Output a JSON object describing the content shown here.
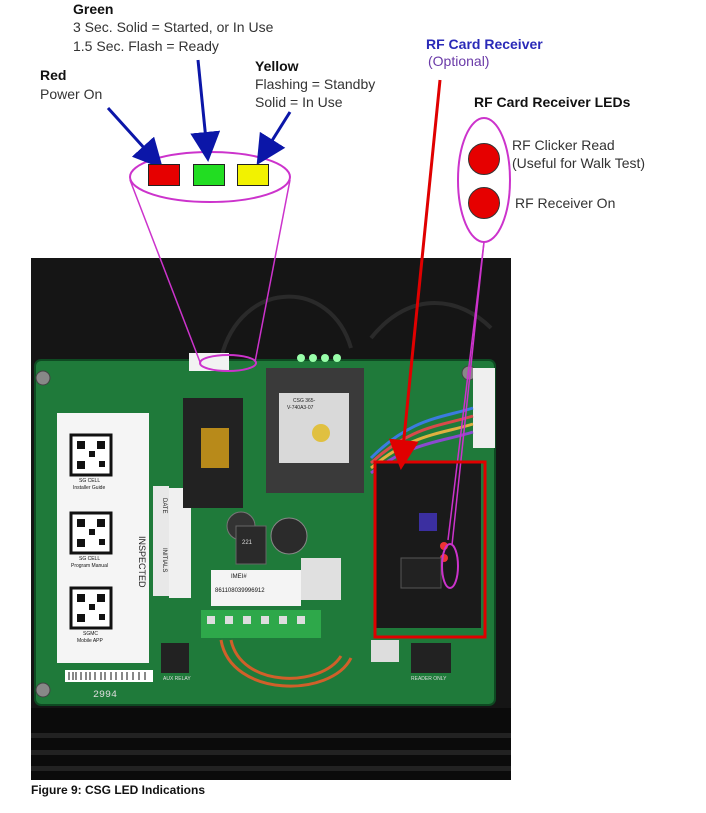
{
  "annotations": {
    "green": {
      "title": "Green",
      "line1": "3 Sec. Solid = Started, or In Use",
      "line2": "1.5 Sec. Flash = Ready"
    },
    "red": {
      "title": "Red",
      "line1": "Power On"
    },
    "yellow": {
      "title": "Yellow",
      "line1": "Flashing = Standby",
      "line2": "Solid = In Use"
    },
    "rf_card": {
      "title": "RF Card Receiver",
      "subtitle": "(Optional)"
    },
    "rf_leds": {
      "title": "RF Card Receiver LEDs",
      "led1_line1": "RF Clicker Read",
      "led1_line2": "(Useful for Walk Test)",
      "led2_line1": "RF Receiver On"
    }
  },
  "board_text": {
    "sticker_1": "SG CELL",
    "sticker_1b": "Installer Guide",
    "sticker_2": "SG CELL",
    "sticker_2b": "Program Manual",
    "sticker_3": "SGMC",
    "sticker_3b": "Mobile APP",
    "inspected": "INSPECTED",
    "date": "DATE",
    "initials": "INITIALS",
    "imei_label": "IMEI#",
    "imei_value": "861108039996912",
    "module_label": "CSG 365-",
    "module_code": "V-740A3-07",
    "board_number": "2994",
    "aux_relay": "AUX RELAY",
    "reader_only": "READER ONLY",
    "cap_221": "221"
  },
  "caption": "Figure 9: CSG LED Indications",
  "colors": {
    "led_red": "#e60000",
    "led_green": "#22dd22",
    "led_yellow": "#f2f200",
    "arrow_blue": "#0b16a8",
    "arrow_red": "#e00000",
    "highlight_magenta": "#cc33cc",
    "rf_title_blue": "#2a2ab8",
    "rf_subtitle_purple": "#6a3aa8"
  }
}
